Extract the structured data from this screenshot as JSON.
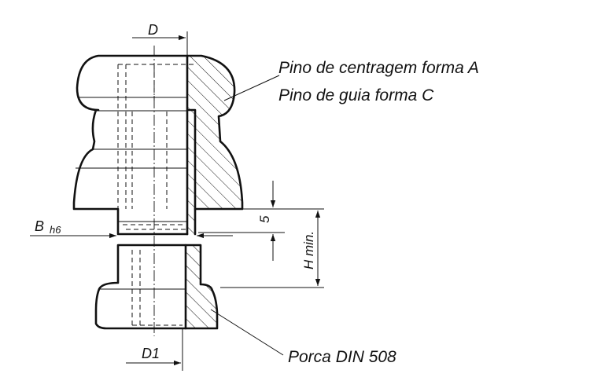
{
  "labels": {
    "dim_d": "D",
    "dim_b": "B",
    "dim_b_tol": "h6",
    "dim_d1": "D1",
    "dim_5": "5",
    "dim_h": "H min.",
    "callout_pin_a": "Pino de centragem forma A",
    "callout_pin_c": "Pino de guia forma C",
    "callout_nut": "Porca DIN 508"
  }
}
